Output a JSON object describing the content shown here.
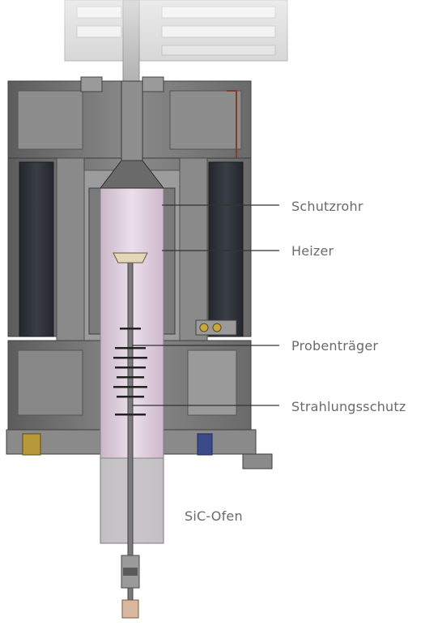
{
  "labels": {
    "schutzrohr": "Schutzrohr",
    "heizer": "Heizer",
    "probentraeger": "Probenträger",
    "strahlungsschutz": "Strahlungsschutz"
  },
  "caption": "SiC-Ofen",
  "colors": {
    "housing": "#7b7b7b",
    "housing_dark": "#4a4a4a",
    "insulation": "#2e3138",
    "protective_tube": "#d9c8d8",
    "leader_line": "#333333",
    "label_text": "#6a6a6a"
  }
}
